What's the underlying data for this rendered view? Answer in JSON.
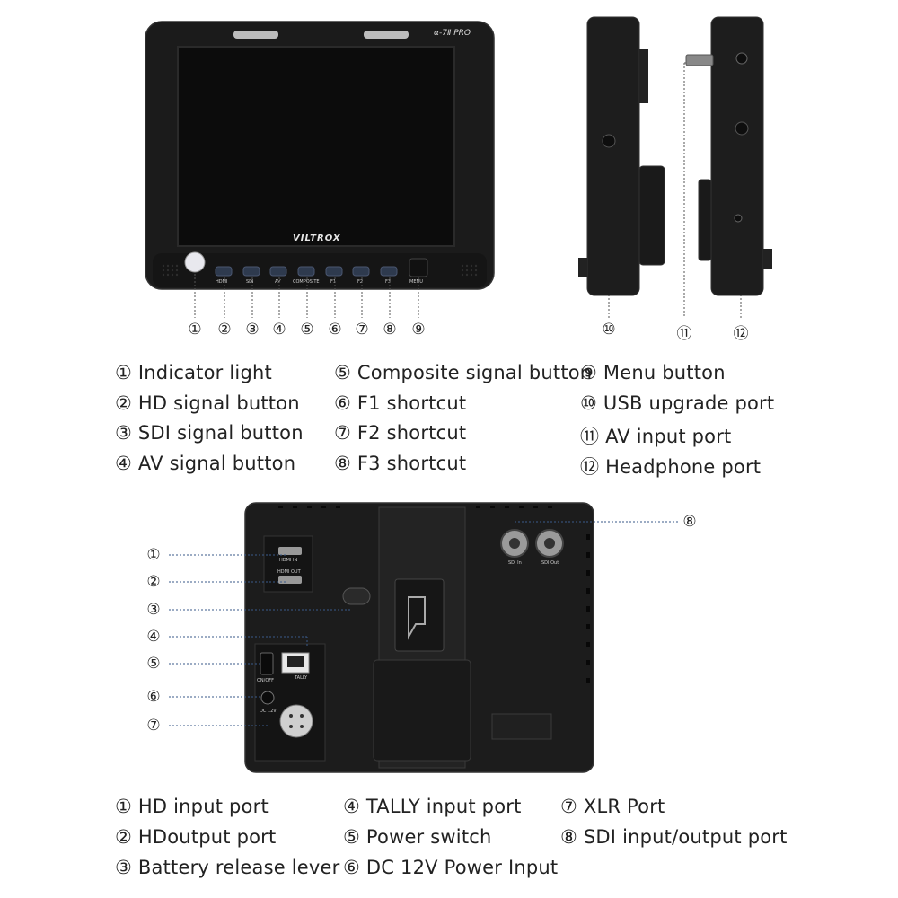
{
  "front": {
    "model_badge": "α-7Ⅱ PRO",
    "brand": "VILTROX",
    "button_labels": [
      "HDMI",
      "SDI",
      "AV",
      "COMPOSITE",
      "F1",
      "F2",
      "F3",
      "MENU"
    ],
    "callouts": [
      "①",
      "②",
      "③",
      "④",
      "⑤",
      "⑥",
      "⑦",
      "⑧",
      "⑨"
    ]
  },
  "side": {
    "callouts": [
      "⑩",
      "⑪",
      "⑫"
    ]
  },
  "legend_top": [
    [
      "① Indicator light",
      "② HD signal button",
      "③ SDI signal button",
      "④ AV signal button"
    ],
    [
      "⑤ Composite signal button",
      "⑥ F1 shortcut",
      "⑦ F2 shortcut",
      "⑧ F3 shortcut"
    ],
    [
      "⑨ Menu button",
      "⑩ USB upgrade port",
      "⑪ AV input port",
      "⑫ Headphone port"
    ]
  ],
  "back": {
    "port_labels": {
      "hdmi_in": "HDMI IN",
      "hdmi_out": "HDMI OUT",
      "tally": "TALLY",
      "onoff": "ON/OFF",
      "dc": "DC 12V",
      "sdi_in": "SDI In",
      "sdi_out": "SDI Out"
    },
    "callouts_left": [
      "①",
      "②",
      "③",
      "④",
      "⑤",
      "⑥",
      "⑦"
    ],
    "callout_right": "⑧"
  },
  "legend_bottom": [
    [
      "① HD input port",
      "② HDoutput port",
      "③ Battery release lever"
    ],
    [
      "④ TALLY input port",
      "⑤ Power switch",
      "⑥ DC 12V Power Input"
    ],
    [
      "⑦ XLR Port",
      "⑧ SDI input/output port"
    ]
  ],
  "colors": {
    "device": "#1c1c1c",
    "screen": "#0d0d0d",
    "leader_line": "#3a5a8a"
  }
}
